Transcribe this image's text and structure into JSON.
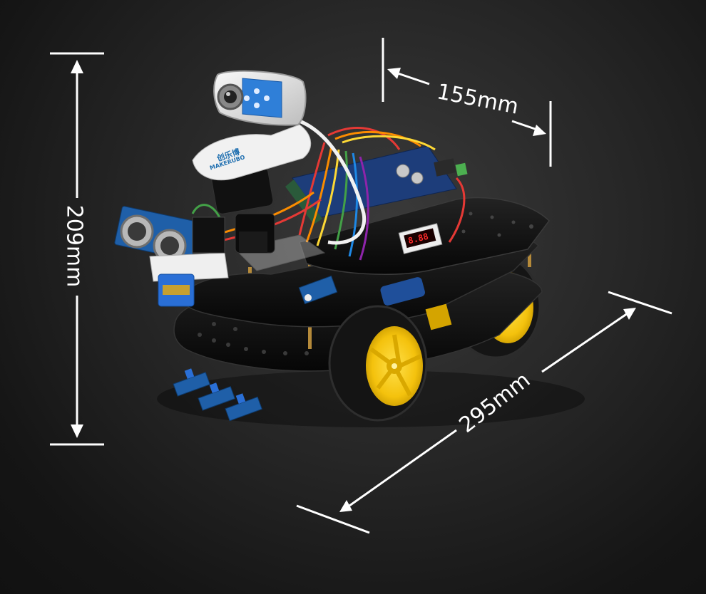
{
  "dimensions": {
    "height": "209mm",
    "width": "155mm",
    "length": "295mm"
  },
  "robot": {
    "brand_cn": "创乐博",
    "brand_en": "MAKERUBO",
    "voltmeter_reading": "8.88"
  },
  "colors": {
    "background": "#1e1e1e",
    "dimension_lines": "#ffffff",
    "wheel_hub": "#f4c20d",
    "tire": "#1a1a1a",
    "chassis": "#0d0d0d",
    "sensor_board": "#1f5fa8",
    "servo": "#2a6fd6",
    "webcam_body": "#e8e8e8",
    "webcam_accent": "#2f7fd8"
  }
}
